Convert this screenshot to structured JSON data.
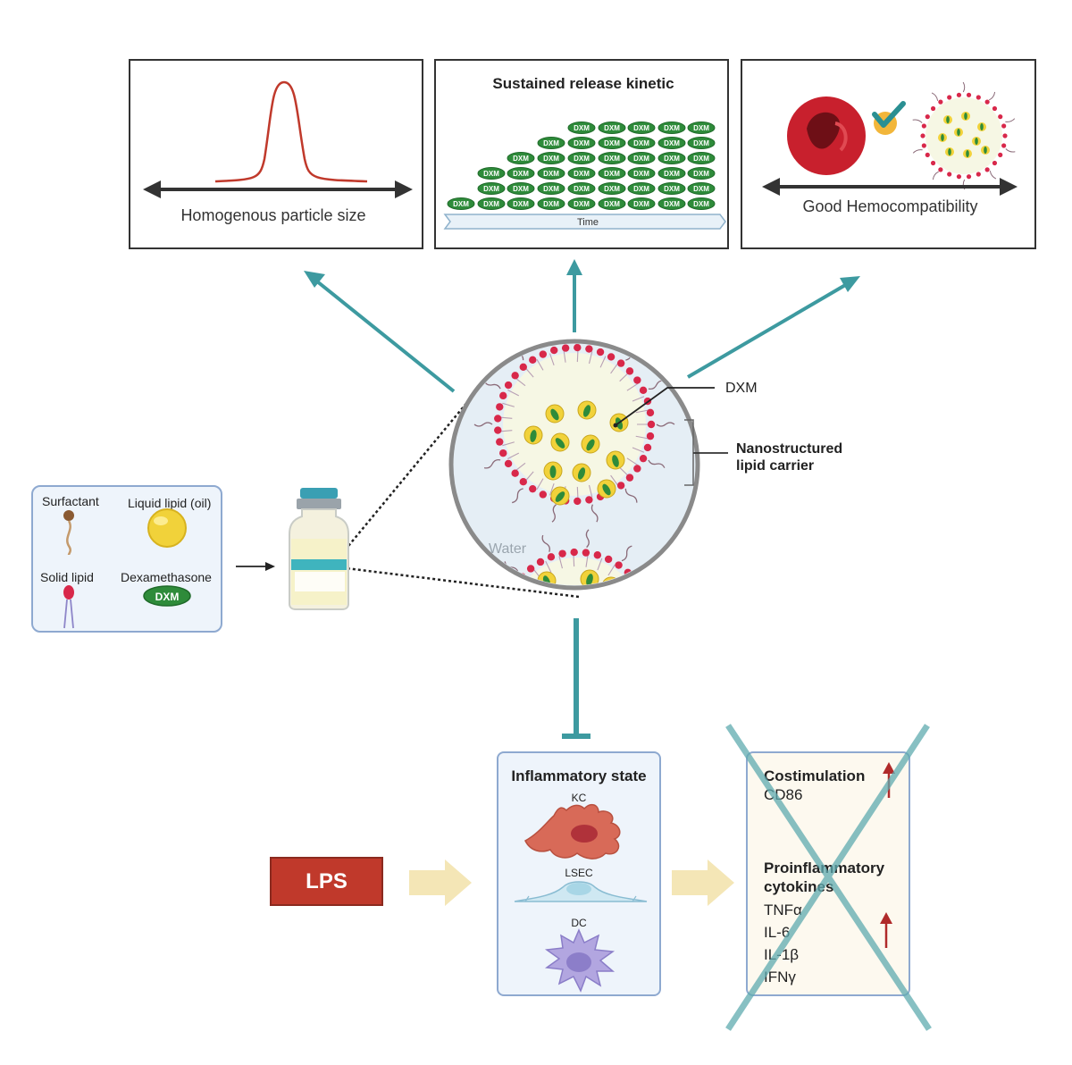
{
  "panels": {
    "size_caption": "Homogenous particle size",
    "release_title": "Sustained release kinetic",
    "release_axis": "Time",
    "drug_badge": "DXM",
    "hemo_caption": "Good Hemocompatibility"
  },
  "ingredients": {
    "surfactant": "Surfactant",
    "liquid_lipid": "Liquid lipid (oil)",
    "solid_lipid": "Solid lipid",
    "dexamethasone": "Dexamethasone",
    "dxm_badge": "DXM"
  },
  "nlc": {
    "dxm_label": "DXM",
    "carrier_label_line1": "Nanostructured",
    "carrier_label_line2": "lipid carrier",
    "water_label": "Water"
  },
  "pathway": {
    "trigger": "LPS",
    "state_title": "Inflammatory state",
    "cells": [
      "KC",
      "LSEC",
      "DC"
    ],
    "costim_title": "Costimulation",
    "costim_items": [
      "CD86"
    ],
    "cytokine_title_line1": "Proinflammatory",
    "cytokine_title_line2": "cytokines",
    "cytokines": [
      "TNFα",
      "IL-6",
      "IL-1β",
      "IFNγ"
    ]
  },
  "colors": {
    "teal_arrow": "#3d9aa0",
    "lps_red": "#c0392b",
    "membrane_red": "#d8284a",
    "drug_green": "#2e8b3a",
    "oil_yellow": "#f1d23a",
    "box_bg": "#eef4fb",
    "box_border": "#8ea9d0",
    "up_arrow": "#b02a2a"
  }
}
